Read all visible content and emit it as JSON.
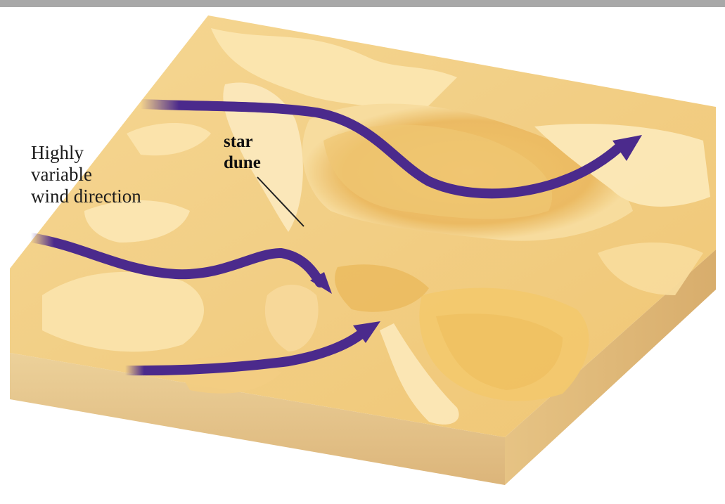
{
  "labels": {
    "wind": [
      "Highly",
      "variable",
      "wind direction"
    ],
    "dune": [
      "star",
      "dune"
    ]
  },
  "colors": {
    "top_bar": "#a8a8a8",
    "sand_light": "#fbe7b6",
    "sand_mid": "#f0c878",
    "sand_dark": "#d9a24a",
    "side_front": "#e8c890",
    "side_right": "#e2bd80",
    "arrow": "#4b2a8c",
    "leader": "#222222"
  },
  "wind_arrows": [
    "wind-arrow-top",
    "wind-arrow-middle",
    "wind-arrow-bottom"
  ]
}
